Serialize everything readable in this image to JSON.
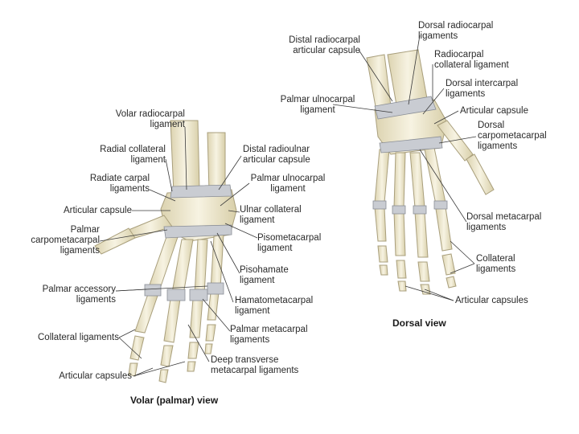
{
  "colors": {
    "bone_fill": "#efe9cf",
    "bone_stroke": "#a99f7c",
    "ligament": "#c9ccd2",
    "leader": "#3a3a3a"
  },
  "volar_labels": {
    "volar_radiocarpal_1": "Volar radiocarpal",
    "volar_radiocarpal_2": "ligament",
    "radial_collateral_1": "Radial collateral",
    "radial_collateral_2": "ligament",
    "radiate_carpal_1": "Radiate carpal",
    "radiate_carpal_2": "ligaments",
    "articular_capsule": "Articular capsule",
    "palmar_carpometacarpal_1": "Palmar",
    "palmar_carpometacarpal_2": "carpometacarpal",
    "palmar_carpometacarpal_3": "ligaments",
    "palmar_accessory_1": "Palmar accessory",
    "palmar_accessory_2": "ligaments",
    "collateral_ligaments": "Collateral ligaments",
    "articular_capsules": "Articular capsules",
    "distal_radioulnar_1": "Distal radioulnar",
    "distal_radioulnar_2": "articular capsule",
    "palmar_ulnocarpal_1": "Palmar ulnocarpal",
    "palmar_ulnocarpal_2": "ligament",
    "ulnar_collateral_1": "Ulnar collateral",
    "ulnar_collateral_2": "ligament",
    "pisometacarpal_1": "Pisometacarpal",
    "pisometacarpal_2": "ligament",
    "pisohamate_1": "Pisohamate",
    "pisohamate_2": "ligament",
    "hamatometacarpal_1": "Hamatometacarpal",
    "hamatometacarpal_2": "ligament",
    "palmar_metacarpal_1": "Palmar metacarpal",
    "palmar_metacarpal_2": "ligaments",
    "deep_transverse_1": "Deep transverse",
    "deep_transverse_2": "metacarpal ligaments"
  },
  "dorsal_labels": {
    "dorsal_radiocarpal_1": "Dorsal radiocarpal",
    "dorsal_radiocarpal_2": "ligaments",
    "distal_radiocarpal_1": "Distal radiocarpal",
    "distal_radiocarpal_2": "articular capsule",
    "radiocarpal_collateral_1": "Radiocarpal",
    "radiocarpal_collateral_2": "collateral ligament",
    "dorsal_intercarpal_1": "Dorsal intercarpal",
    "dorsal_intercarpal_2": "ligaments",
    "palmar_ulnocarpal_1": "Palmar ulnocarpal",
    "palmar_ulnocarpal_2": "ligament",
    "articular_capsule": "Articular capsule",
    "dorsal_carpometacarpal_1": "Dorsal",
    "dorsal_carpometacarpal_2": "carpometacarpal",
    "dorsal_carpometacarpal_3": "ligaments",
    "dorsal_metacarpal_1": "Dorsal metacarpal",
    "dorsal_metacarpal_2": "ligaments",
    "collateral_1": "Collateral",
    "collateral_2": "ligaments",
    "articular_capsules": "Articular capsules"
  },
  "captions": {
    "volar_view": "Volar (palmar) view",
    "dorsal_view": "Dorsal view"
  }
}
